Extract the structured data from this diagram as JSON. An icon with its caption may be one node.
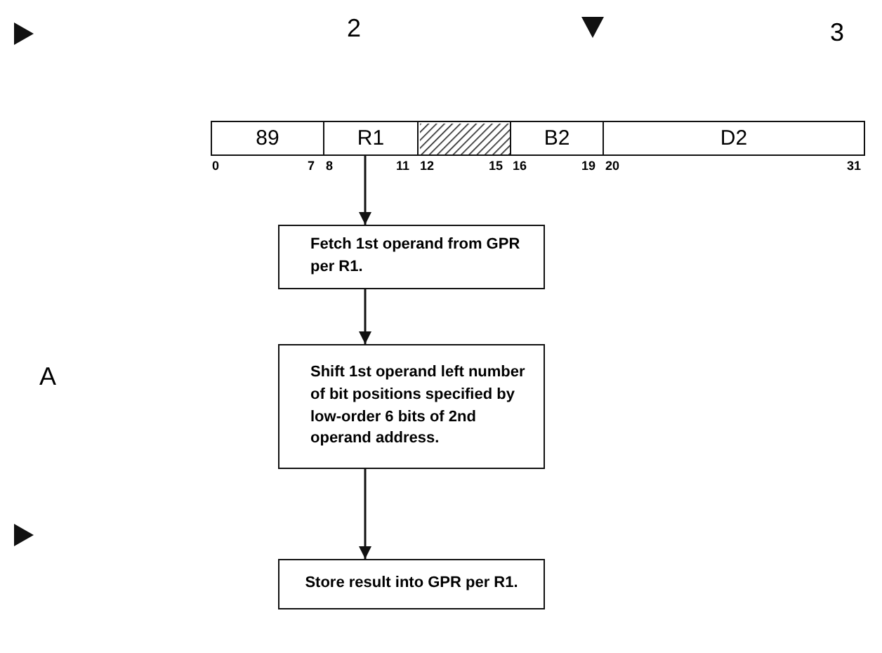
{
  "diagram": {
    "nodes": [
      {
        "text": [
          "89"
        ]
      },
      {
        "text": [
          "R1"
        ]
      },
      {
        "text": [],
        "shape": "box"
      },
      {
        "text": [
          "B2"
        ]
      },
      {
        "text": [
          "D2"
        ]
      },
      {
        "text": [
          "Fetch 1st operand from GPR per R1."
        ]
      },
      {
        "text": [
          "Shift 1st operand left number of bit positions specified by low-order 6 bits of 2nd operand address."
        ]
      },
      {
        "text": [
          "Store result into GPR per R1."
        ]
      }
    ],
    "edges": [
      {
        "from": 1,
        "to": 5,
        "arrow": "to"
      },
      {
        "from": 5,
        "to": 6,
        "arrow": "to"
      },
      {
        "from": 6,
        "to": 7,
        "arrow": "to"
      }
    ],
    "labels": [
      "2",
      "3",
      "0",
      "7",
      "8",
      "11",
      "12",
      "15",
      "16",
      "19",
      "20",
      "31",
      "A"
    ]
  }
}
